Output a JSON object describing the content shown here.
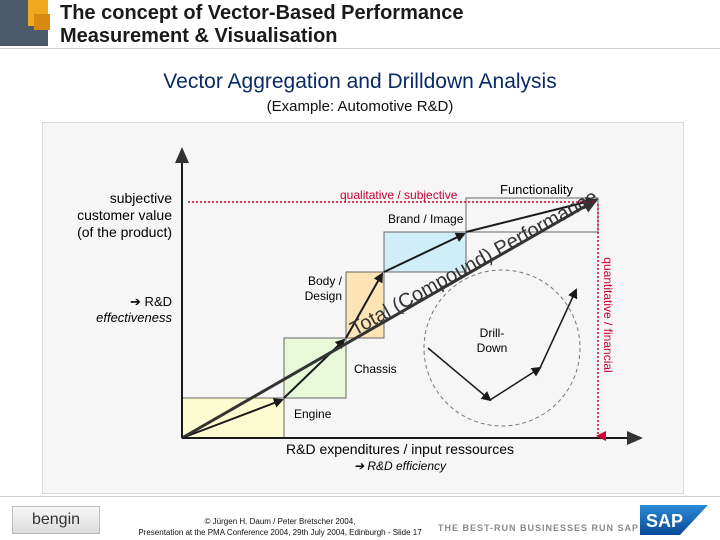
{
  "header": {
    "title_line1": "The concept of Vector-Based Performance",
    "title_line2": "Measurement & Visualisation"
  },
  "slide": {
    "title": "Vector Aggregation and Drilldown Analysis",
    "subtitle": "(Example: Automotive R&D)"
  },
  "diagram": {
    "left_label": [
      "subjective",
      "customer value",
      "(of the product)"
    ],
    "rd_effectiveness": [
      "➔ R&D",
      "effectiveness"
    ],
    "qualitative_label": "qualitative / subjective",
    "quantitative_label": "quantitative / financial",
    "functionality": "Functionality",
    "brand_image": "Brand / Image",
    "body_design": [
      "Body /",
      "Design"
    ],
    "chassis": "Chassis",
    "engine": "Engine",
    "drill_down": [
      "Drill-",
      "Down"
    ],
    "diagonal_text": "Total (Compound) Performance",
    "x_axis_label": "R&D expenditures / input ressources",
    "rd_efficiency": "➔ R&D efficiency",
    "colors": {
      "engine": "#fdfbd0",
      "chassis": "#e8f8d8",
      "body": "#fde4b6",
      "brand": "#cfeefa",
      "qualitative": "#cc0033",
      "arrow": "#1a1a1a"
    }
  },
  "footer": {
    "logo_text": "bengin",
    "copyright_line1": "© Jürgen H. Daum / Peter Bretscher 2004,",
    "copyright_line2": "Presentation at the PMA Conference 2004, 29th July 2004, Edinburgh  - Slide 17",
    "tagline": "THE BEST-RUN BUSINESSES RUN SAP",
    "sap_logo": "SAP"
  }
}
